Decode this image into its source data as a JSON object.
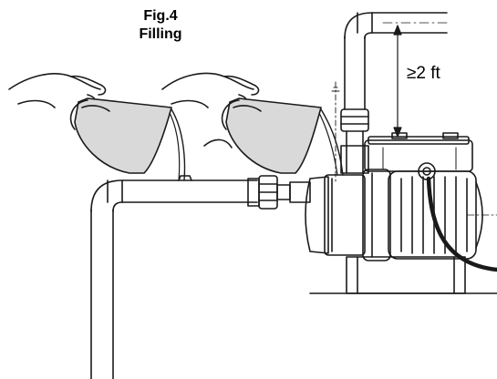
{
  "figure": {
    "number": "Fig.4",
    "caption": "Filling"
  },
  "dimension": {
    "label": "≥2 ft"
  },
  "colors": {
    "stroke": "#1a1a1a",
    "water": "#d9d9d9",
    "background": "#ffffff"
  }
}
